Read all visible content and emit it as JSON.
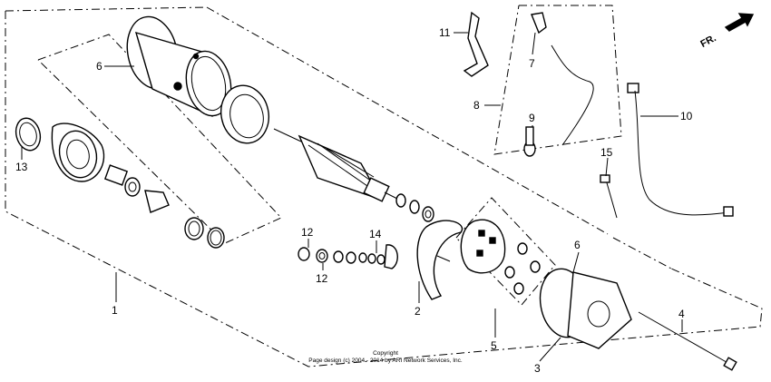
{
  "diagram": {
    "callouts": {
      "c1": "1",
      "c2": "2",
      "c3": "3",
      "c4": "4",
      "c5": "5",
      "c6a": "6",
      "c6b": "6",
      "c7": "7",
      "c8": "8",
      "c9": "9",
      "c10": "10",
      "c11": "11",
      "c12a": "12",
      "c12b": "12",
      "c13": "13",
      "c14": "14",
      "c15": "15"
    },
    "direction_label": "FR.",
    "copyright_line1": "Copyright",
    "copyright_line2": "Page design (c) 2004 - 2014 by ARI Network Services, Inc."
  }
}
